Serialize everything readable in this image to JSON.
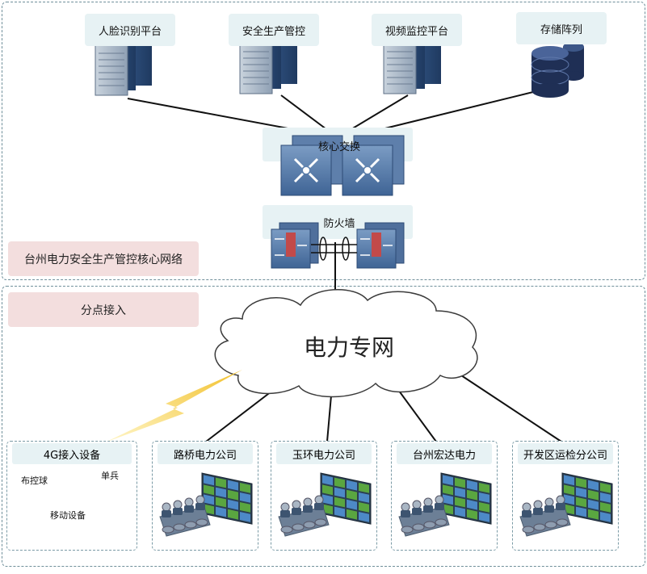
{
  "core": {
    "platforms": [
      "人脸识别平台",
      "安全生产管控",
      "视频监控平台",
      "存储阵列"
    ],
    "switch_label": "核心交换",
    "firewall_label": "防火墙",
    "zone_label": "台州电力安全生产管控核心网络"
  },
  "access": {
    "zone_label": "分点接入",
    "cloud_label": "电力专网",
    "device_box": {
      "title": "4G接入设备",
      "items": [
        "布控球",
        "单兵",
        "移动设备"
      ]
    },
    "companies": [
      "路桥电力公司",
      "玉环电力公司",
      "台州宏达电力",
      "开发区运检分公司"
    ]
  },
  "colors": {
    "zone_border": "#6f8f9a",
    "label_bg": "#e7f2f4",
    "zone_label_bg": "#f3dede",
    "server_blue": "#3a5a8c",
    "lightning": "#f2c12e"
  }
}
